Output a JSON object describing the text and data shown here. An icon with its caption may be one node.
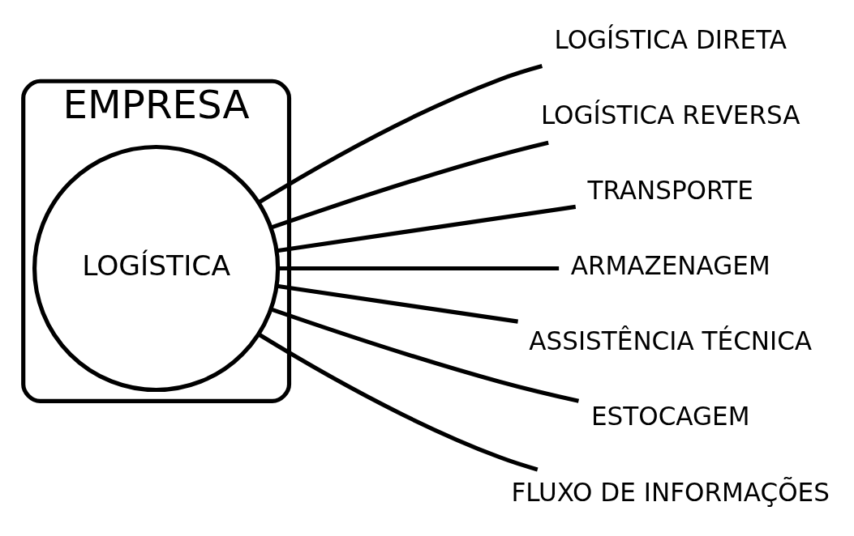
{
  "diagram": {
    "nodes": [
      {
        "text": [
          "EMPRESA"
        ]
      },
      {
        "text": [
          "LOGÍSTICA"
        ],
        "in": 0
      },
      {
        "text": [
          "LOGÍSTICA DIRETA"
        ]
      },
      {
        "text": [
          "LOGÍSTICA REVERSA"
        ]
      },
      {
        "text": [
          "TRANSPORTE"
        ]
      },
      {
        "text": [
          "ARMAZENAGEM"
        ]
      },
      {
        "text": [
          "ASSISTÊNCIA TÉCNICA"
        ]
      },
      {
        "text": [
          "ESTOCAGEM"
        ]
      },
      {
        "text": [
          "FLUXO DE INFORMAÇÕES"
        ]
      }
    ],
    "edges": [
      {
        "from": 1,
        "to": 2,
        "arrow": "none"
      },
      {
        "from": 1,
        "to": 3,
        "arrow": "none"
      },
      {
        "from": 1,
        "to": 4,
        "arrow": "none"
      },
      {
        "from": 1,
        "to": 5,
        "arrow": "none"
      },
      {
        "from": 1,
        "to": 6,
        "arrow": "none"
      },
      {
        "from": 1,
        "to": 7,
        "arrow": "none"
      },
      {
        "from": 1,
        "to": 8,
        "arrow": "none"
      }
    ]
  }
}
